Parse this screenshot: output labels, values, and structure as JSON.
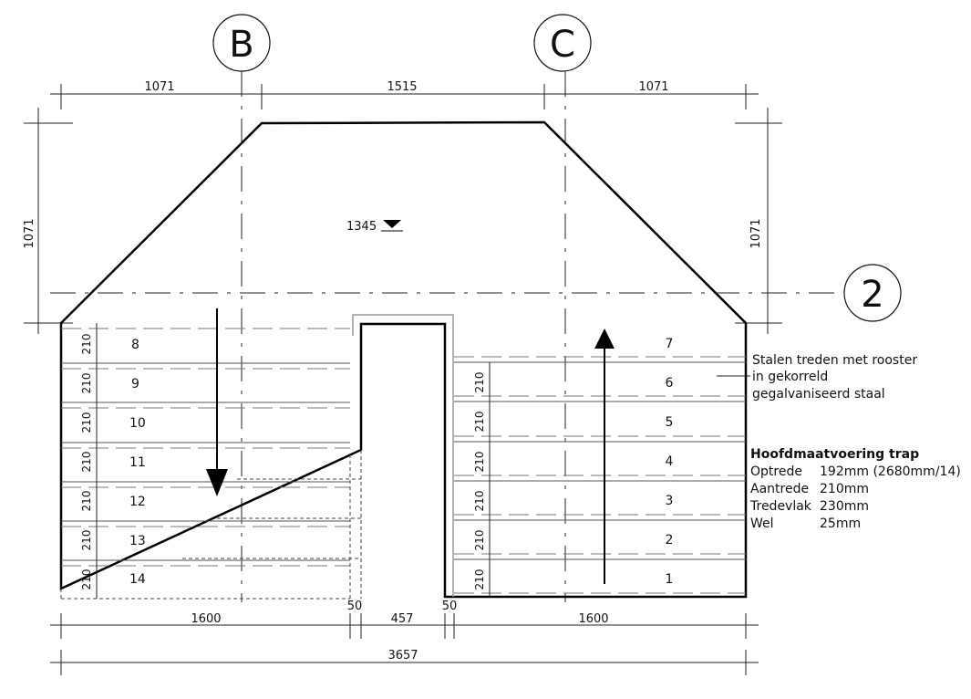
{
  "grid": {
    "axis_b": "B",
    "axis_c": "C",
    "axis_2": "2"
  },
  "dims": {
    "top_left": "1071",
    "top_mid": "1515",
    "top_right": "1071",
    "side_left": "1071",
    "side_right": "1071",
    "level": "1345",
    "bottom_left": "1600",
    "bottom_gap_left": "50",
    "bottom_mid": "457",
    "bottom_gap_right": "50",
    "bottom_right": "1600",
    "overall": "3657",
    "rise": "210"
  },
  "left_steps": [
    "8",
    "9",
    "10",
    "11",
    "12",
    "13",
    "14"
  ],
  "right_steps": [
    "7",
    "6",
    "5",
    "4",
    "3",
    "2",
    "1"
  ],
  "notes": {
    "material_line1": "Stalen treden met rooster",
    "material_line2": "in gekorreld",
    "material_line3": "gegalvaniseerd staal",
    "spec_title": "Hoofdmaatvoering trap",
    "spec_rows": [
      {
        "label": "Optrede",
        "value": "192mm (2680mm/14)"
      },
      {
        "label": "Aantrede",
        "value": "210mm"
      },
      {
        "label": "Tredevlak",
        "value": "230mm"
      },
      {
        "label": "Wel",
        "value": "25mm"
      }
    ]
  }
}
